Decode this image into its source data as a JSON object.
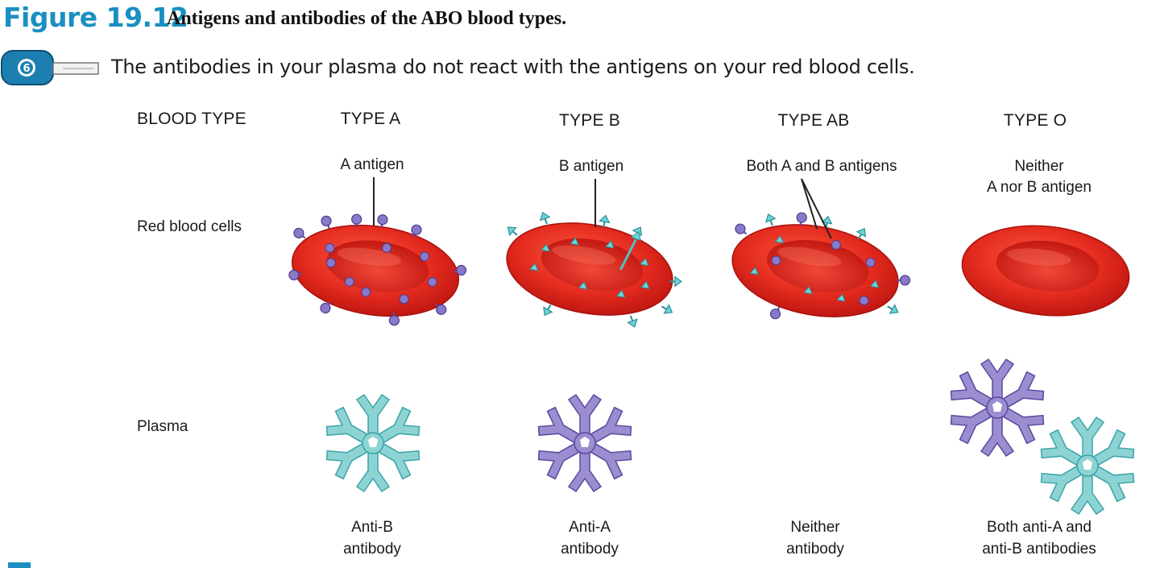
{
  "figure": {
    "number": "Figure 19.12",
    "title": "Antigens and antibodies of the ABO blood types."
  },
  "summary": {
    "badge_icon": "play-badge-icon",
    "text": "The antibodies in your plasma do not react with the antigens on your red blood cells."
  },
  "header": {
    "blood_type": "BLOOD TYPE",
    "type_a": "TYPE A",
    "type_b": "TYPE B",
    "type_ab": "TYPE AB",
    "type_o": "TYPE O"
  },
  "rows": {
    "red_blood_cells": "Red blood cells",
    "plasma": "Plasma"
  },
  "antigen_labels": {
    "a": "A antigen",
    "b": "B antigen",
    "ab": "Both A and B antigens",
    "o_line1": "Neither",
    "o_line2": "A nor B antigen"
  },
  "antibody_labels": {
    "a_line1": "Anti-B",
    "a_line2": "antibody",
    "b_line1": "Anti-A",
    "b_line2": "antibody",
    "ab_line1": "Neither",
    "ab_line2": "antibody",
    "o_line1": "Both anti-A and",
    "o_line2": "anti-B antibodies"
  },
  "colors": {
    "title_blue": "#1a8fc2",
    "rbc_red": "#e0241c",
    "antigen_a": "#8a78c8",
    "antigen_b": "#4fc0c8",
    "anti_a_antibody": "#9b8dd0",
    "anti_b_antibody": "#8ed3d3"
  }
}
